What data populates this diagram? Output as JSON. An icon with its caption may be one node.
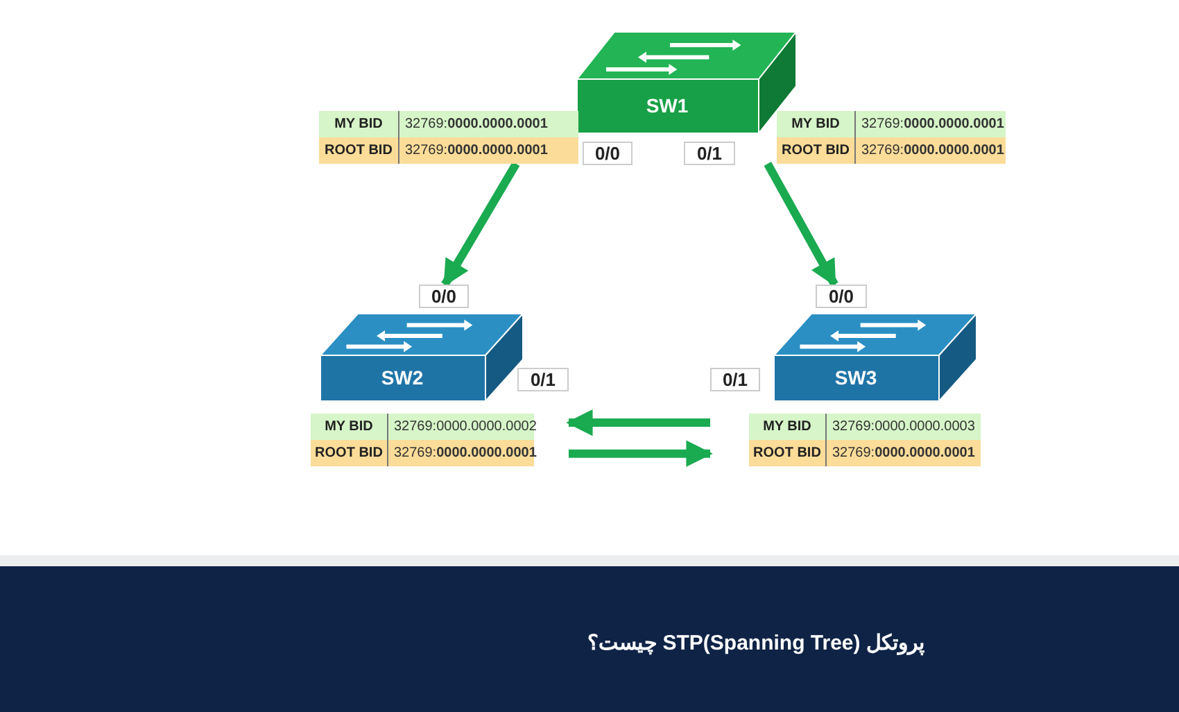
{
  "diagram": {
    "title": "پروتکل STP(Spanning Tree) چیست؟",
    "nodes": [
      {
        "text": [
          "SW1"
        ]
      },
      {
        "text": [
          "SW2"
        ]
      },
      {
        "text": [
          "SW3"
        ]
      }
    ],
    "edges": [
      {
        "from": 0,
        "to": 1,
        "arrow": "to"
      },
      {
        "from": 0,
        "to": 2,
        "arrow": "to"
      },
      {
        "from": 2,
        "to": 1,
        "arrow": "to"
      },
      {
        "from": 1,
        "to": 2,
        "arrow": "to"
      }
    ],
    "labels": [
      "MY BID",
      "32769:**0000.0000.0001**",
      "MY BID",
      "32769:**0000.0000.0001**",
      "ROOT BID",
      "32769:**0000.0000.0001**",
      "ROOT BID",
      "32769:**0000.0000.0001**",
      "0/0",
      "0/1",
      "0/0",
      "0/0",
      "0/1",
      "0/1",
      "MY BID",
      "32769:0000.0000.0002",
      "MY BID",
      "32769:0000.0000.0003",
      "ROOT BID",
      "32769:**0000.0000.0001**",
      "ROOT BID",
      "32769:**0000.0000.0001**"
    ]
  }
}
